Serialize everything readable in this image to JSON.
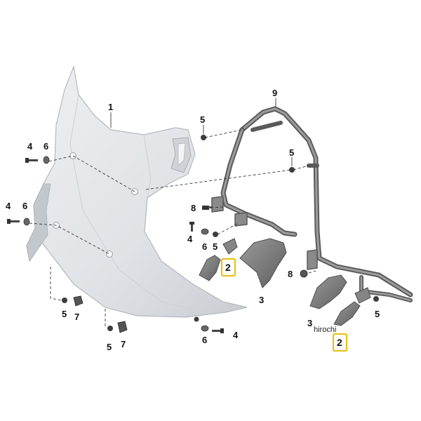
{
  "callouts": {
    "c1": "1",
    "c2a": "2",
    "c2b": "2",
    "c3a": "3",
    "c3b": "3",
    "c4a": "4",
    "c4b": "4",
    "c4c": "4",
    "c4d": "4",
    "c5a": "5",
    "c5b": "5",
    "c5c": "5",
    "c5d": "5",
    "c5e": "5",
    "c5f": "5",
    "c6a": "6",
    "c6b": "6",
    "c6c": "6",
    "c6d": "6",
    "c7a": "7",
    "c7b": "7",
    "c8a": "8",
    "c8b": "8",
    "c9": "9"
  },
  "watermark": "hirochi",
  "colors": {
    "highlight_border": "#e8c21a",
    "panel_fill": "#e4e6e9",
    "frame_stroke": "#5a5a5a",
    "bracket_fill": "#7b7b7b"
  }
}
